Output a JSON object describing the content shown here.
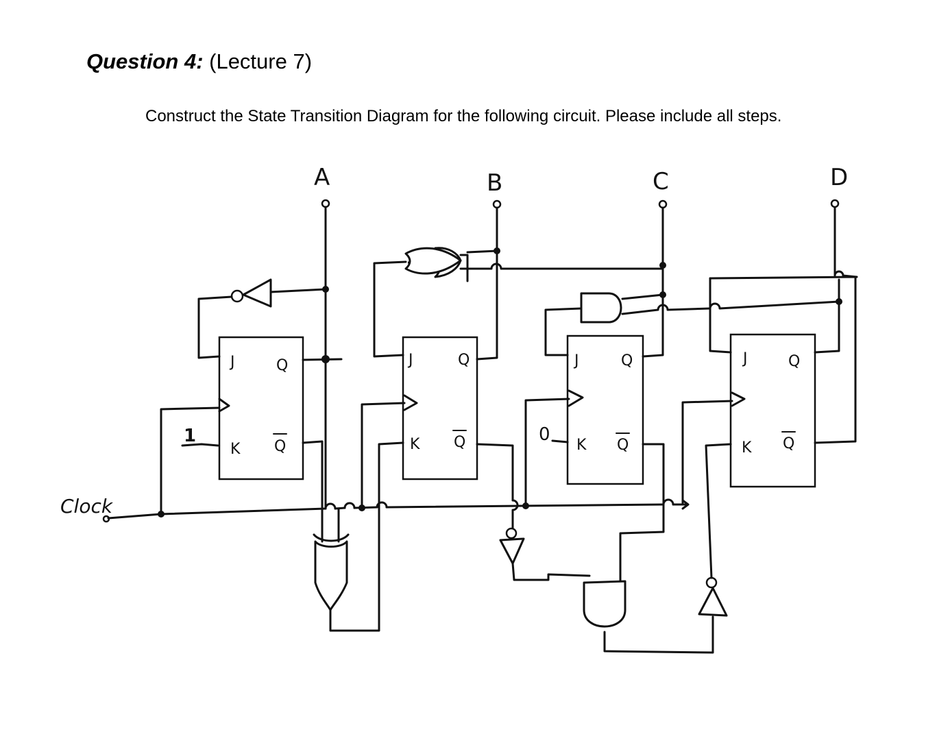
{
  "heading": {
    "number": "Question 4:",
    "lecture": " (Lecture 7)"
  },
  "instruction": "Construct the State Transition Diagram for the following circuit. Please include all steps.",
  "circuit": {
    "outputs": [
      "A",
      "B",
      "C",
      "D"
    ],
    "clock_label": "Clock",
    "flipflops": [
      {
        "j": "J",
        "q": "Q",
        "k": "K",
        "qbar": "Q"
      },
      {
        "j": "J",
        "q": "Q",
        "k": "K",
        "qbar": "Q"
      },
      {
        "j": "J",
        "q": "Q",
        "k": "K",
        "qbar": "Q"
      },
      {
        "j": "J",
        "q": "Q",
        "k": "K",
        "qbar": "Q"
      }
    ],
    "constant_one": "1",
    "constant_zero": "0"
  }
}
